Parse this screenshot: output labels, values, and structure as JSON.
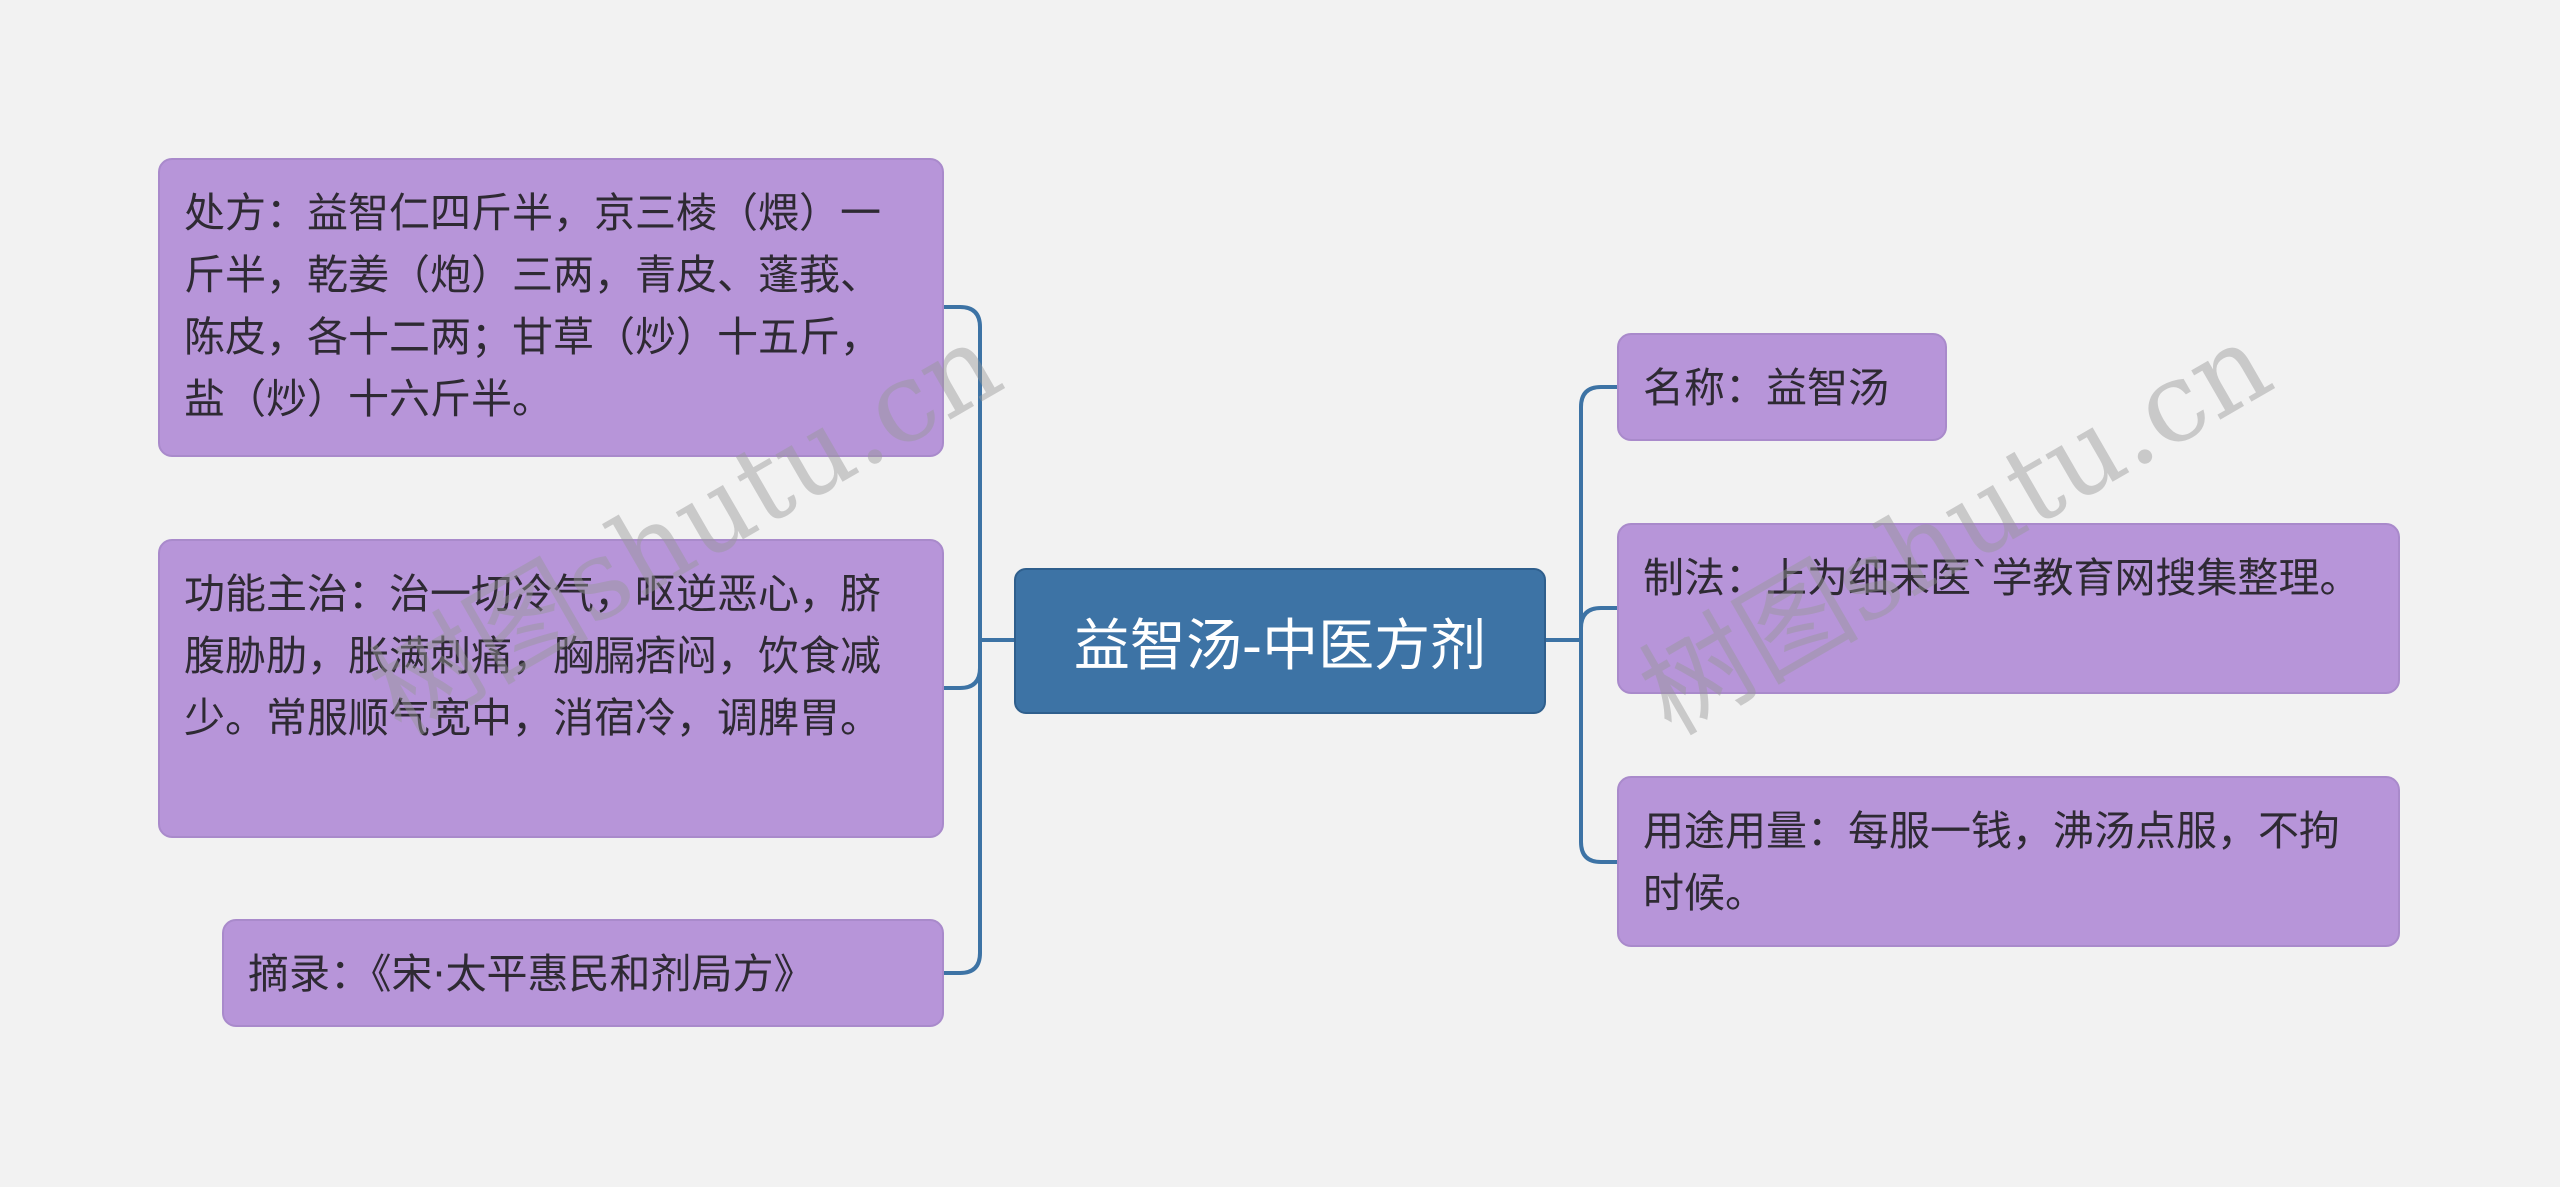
{
  "center": {
    "title": "益智汤-中医方剂"
  },
  "left_nodes": [
    {
      "text": "处方：益智仁四斤半，京三棱（煨）一斤半，乾姜（炮）三两，青皮、蓬莪、陈皮，各十二两；甘草（炒）十五斤，盐（炒）十六斤半。"
    },
    {
      "text": "功能主治：治一切冷气，呕逆恶心，脐腹胁肋，胀满刺痛，胸膈痞闷，饮食减少。常服顺气宽中，消宿冷，调脾胃。"
    },
    {
      "text": "摘录：《宋·太平惠民和剂局方》"
    }
  ],
  "right_nodes": [
    {
      "text": "名称：益智汤"
    },
    {
      "text": "制法：上为细末医`学教育网搜集整理。"
    },
    {
      "text": "用途用量：每服一钱，沸汤点服，不拘时候。"
    }
  ],
  "watermark": "树图shutu.cn",
  "colors": {
    "node": "#b795d9",
    "center": "#3d73a5",
    "line": "#3d73a5",
    "background": "#f2f2f2"
  }
}
